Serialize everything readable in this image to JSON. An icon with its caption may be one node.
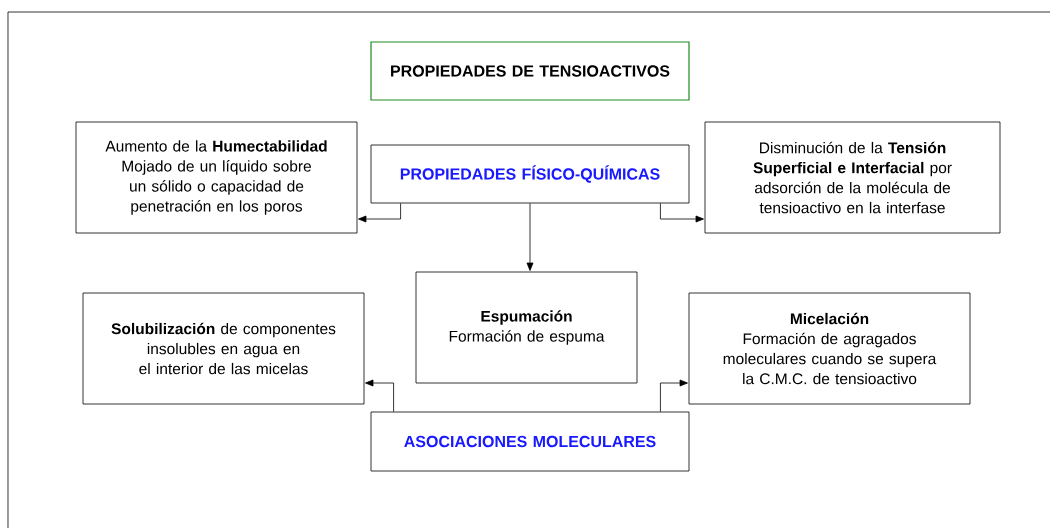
{
  "diagram": {
    "nodes": [
      {
        "text": [
          "PROPIEDADES DE TENSIOACTIVOS"
        ]
      },
      {
        "text": [
          "Aumento de la **Humectabilidad**",
          "Mojado de un líquido sobre un sólido o capacidad de penetración en los poros"
        ]
      },
      {
        "text": [
          "PROPIEDADES FÍSICO-QUÍMICAS"
        ]
      },
      {
        "text": [
          "Disminución de la **Tensión Superficial e Interfacial** por adsorción de la molécula de tensioactivo en la interfase"
        ]
      },
      {
        "text": [
          "Espumación",
          "Formación de espuma"
        ]
      },
      {
        "text": [
          "**Solubilización** de componentes insolubles en agua en el interior de las micelas"
        ]
      },
      {
        "text": [
          "Micelación",
          "Formación de agragados moleculares cuando se supera la C.M.C. de tensioactivo"
        ]
      },
      {
        "text": [
          "ASOCIACIONES MOLECULARES"
        ]
      }
    ],
    "edges": [
      {
        "from": 2,
        "to": 1,
        "arrow": "to"
      },
      {
        "from": 2,
        "to": 4,
        "arrow": "to"
      },
      {
        "from": 2,
        "to": 3,
        "arrow": "to"
      },
      {
        "from": 7,
        "to": 5,
        "arrow": "to"
      },
      {
        "from": 7,
        "to": 6,
        "arrow": "to"
      }
    ]
  }
}
